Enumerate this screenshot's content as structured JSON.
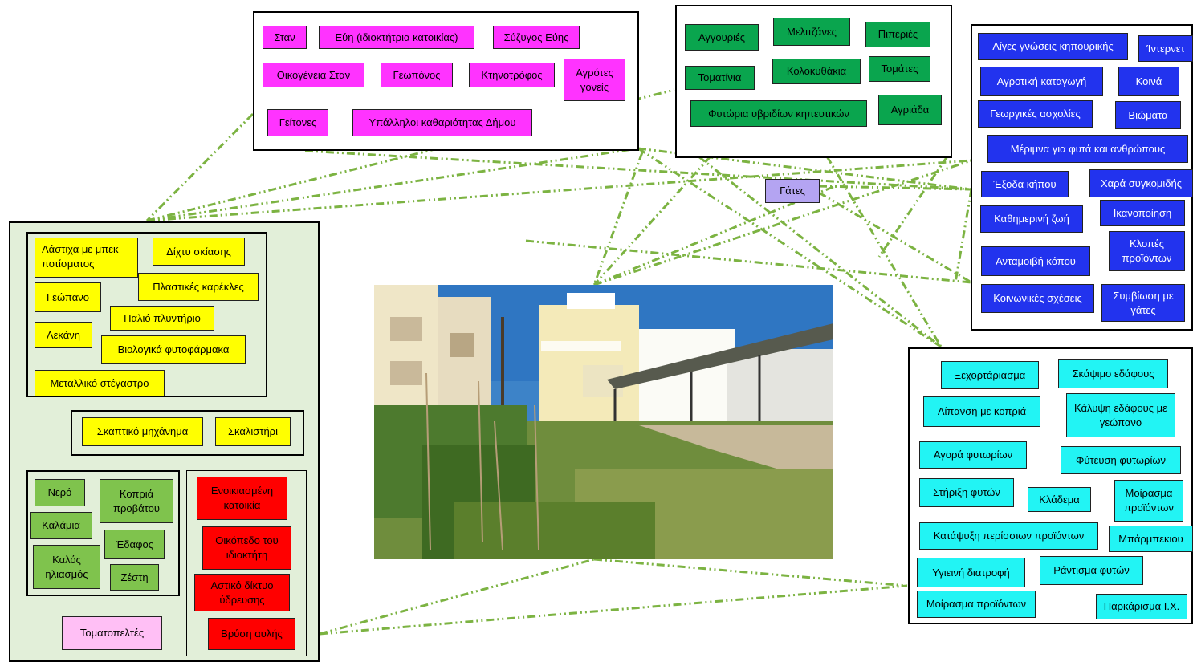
{
  "actors": [
    "Σταν",
    "Εύη (ιδιοκτήτρια κατοικίας)",
    "Σύζυγος Εύης",
    "Οικογένεια Σταν",
    "Γεωπόνος",
    "Κτηνοτρόφος",
    "Αγρότες γονείς",
    "Γείτονες",
    "Υπάλληλοι καθαριότητας Δήμου"
  ],
  "plants": [
    "Αγγουριές",
    "Μελιτζάνες",
    "Πιπεριές",
    "Τοματίνια",
    "Κολοκυθάκια",
    "Τομάτες",
    "Φυτώρια υβριδίων κηπευτικών",
    "Αγριάδα"
  ],
  "meanings": [
    "Λίγες γνώσεις κηπουρικής",
    "Ίντερνετ",
    "Αγροτική καταγωγή",
    "Κοινά",
    "Γεωργικές ασχολίες",
    "Βιώματα",
    "Μέριμνα για φυτά και ανθρώπους",
    "Έξοδα κήπου",
    "Χαρά συγκομιδής",
    "Καθημερινή ζωή",
    "Ικανοποίηση",
    "Ανταμοιβή κόπου",
    "Κλοπές προϊόντων",
    "Κοινωνικές σχέσεις",
    "Συμβίωση με γάτες"
  ],
  "practices": [
    "Ξεχορτάριασμα",
    "Σκάψιμο εδάφους",
    "Λίπανση με κοπριά",
    "Κάλυψη εδάφους με γεώπανο",
    "Αγορά φυτωρίων",
    "Φύτευση φυτωρίων",
    "Στήριξη φυτών",
    "Κλάδεμα",
    "Μοίρασμα προϊόντων",
    "Κατάψυξη περίσσιων προϊόντων",
    "Μπάρμπεκιου",
    "Υγιεινή διατροφή",
    "Ράντισμα φυτών",
    "Μοίρασμα προϊόντων",
    "Παρκάρισμα Ι.Χ."
  ],
  "tools": [
    "Λάστιχα με μπεκ ποτίσματος",
    "Δίχτυ σκίασης",
    "Πλαστικές καρέκλες",
    "Γεώπανο",
    "Παλιό πλυντήριο",
    "Λεκάνη",
    "Βιολογικά φυτοφάρμακα",
    "Μεταλλικό στέγαστρο"
  ],
  "machines": [
    "Σκαπτικό μηχάνημα",
    "Σκαλιστήρι"
  ],
  "natural": [
    "Νερό",
    "Κοπριά προβάτου",
    "Καλάμια",
    "Έδαφος",
    "Καλός ηλιασμός",
    "Ζέστη"
  ],
  "infrastructure": [
    "Ενοικιασμένη κατοικία",
    "Οικόπεδο του ιδιοκτήτη",
    "Αστικό δίκτυο ύδρευσης",
    "Βρύση αυλής"
  ],
  "pests": "Τοματοπελτές",
  "cats": "Γάτες",
  "colors": {
    "actors": "#ff33ff",
    "plants": "#0aa54e",
    "meanings": "#2233ee",
    "practices": "#22f4f4",
    "tools": "#ffff00",
    "natural": "#7fc34d",
    "infrastructure": "#ff0000",
    "pests": "#ffbff5",
    "cats": "#b4a4f2",
    "connector": "#7cb342",
    "panel": "#e2efd9"
  }
}
